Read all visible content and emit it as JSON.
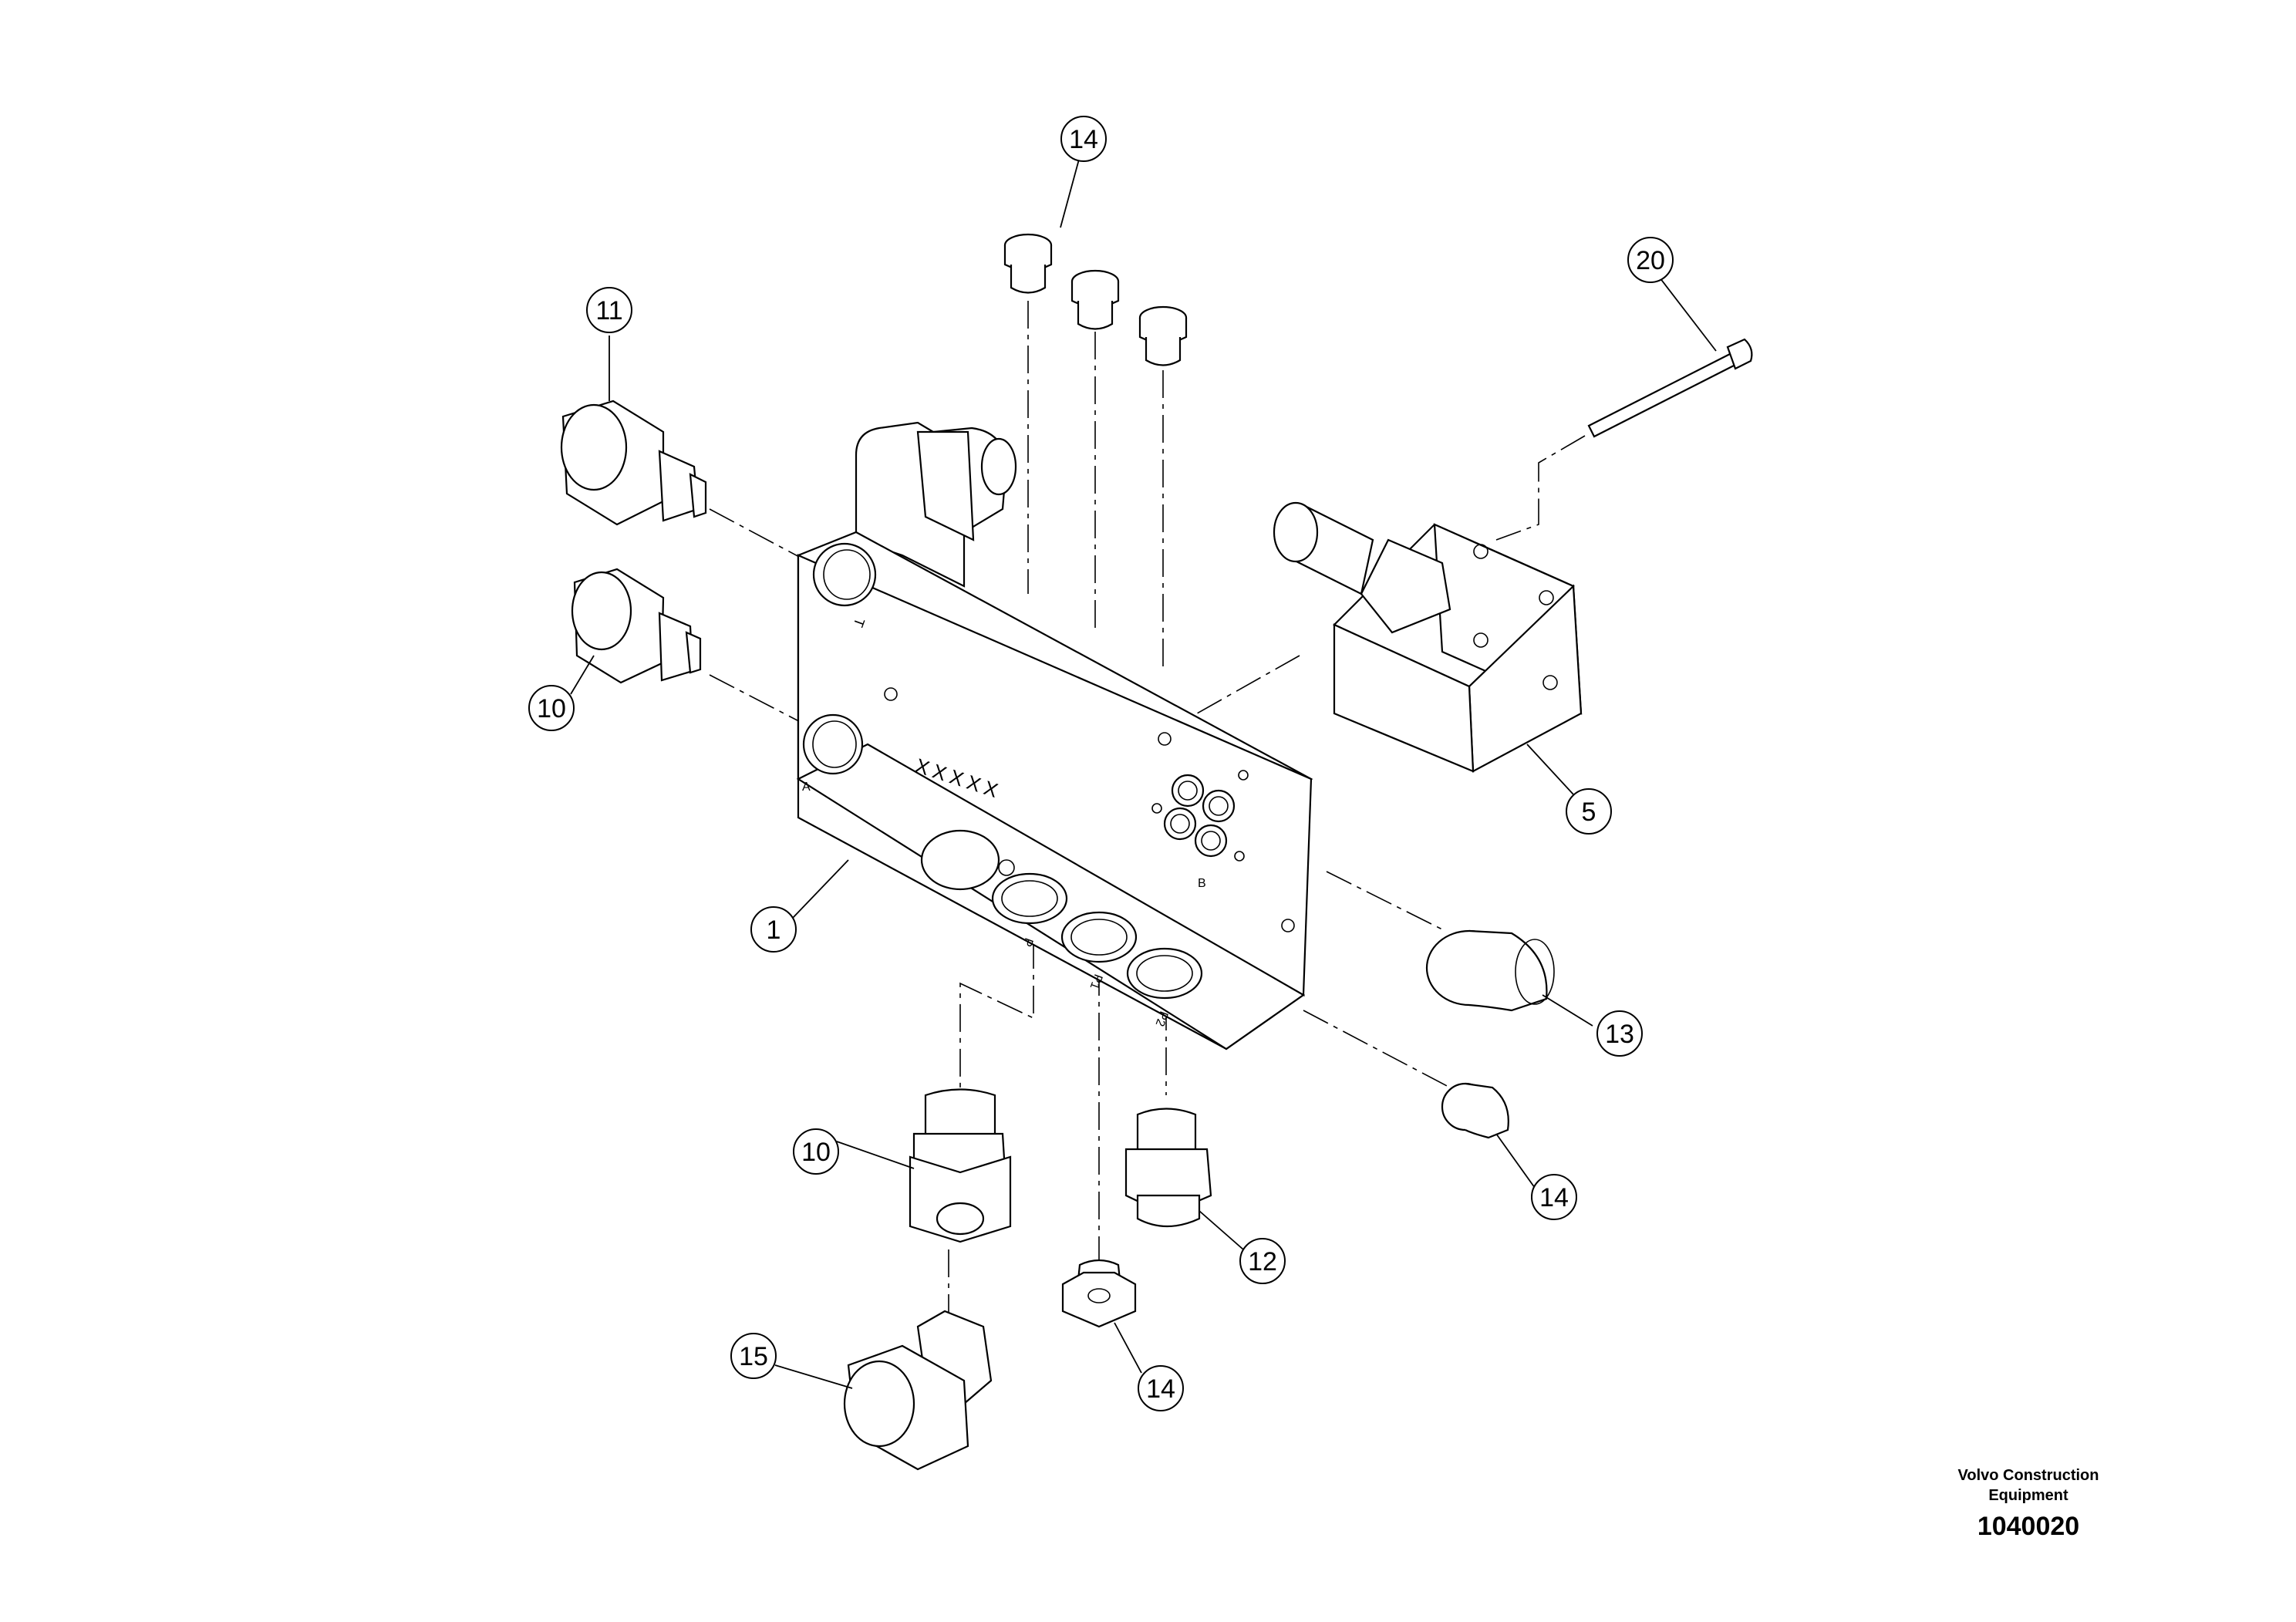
{
  "diagram": {
    "callouts": [
      {
        "id": "c14a",
        "label": "14"
      },
      {
        "id": "c20",
        "label": "20"
      },
      {
        "id": "c11",
        "label": "11"
      },
      {
        "id": "c10a",
        "label": "10"
      },
      {
        "id": "c5",
        "label": "5"
      },
      {
        "id": "c1",
        "label": "1"
      },
      {
        "id": "c13",
        "label": "13"
      },
      {
        "id": "c10b",
        "label": "10"
      },
      {
        "id": "c14b",
        "label": "14"
      },
      {
        "id": "c12",
        "label": "12"
      },
      {
        "id": "c15",
        "label": "15"
      },
      {
        "id": "c14c",
        "label": "14"
      }
    ],
    "block_marking": "XXXXX",
    "port_labels": {
      "t": "T",
      "a": "A",
      "p": "P",
      "p1": "P1",
      "p2": "P2",
      "b": "B"
    }
  },
  "footer": {
    "maker_line1": "Volvo Construction",
    "maker_line2": "Equipment",
    "drawing_number": "1040020"
  }
}
